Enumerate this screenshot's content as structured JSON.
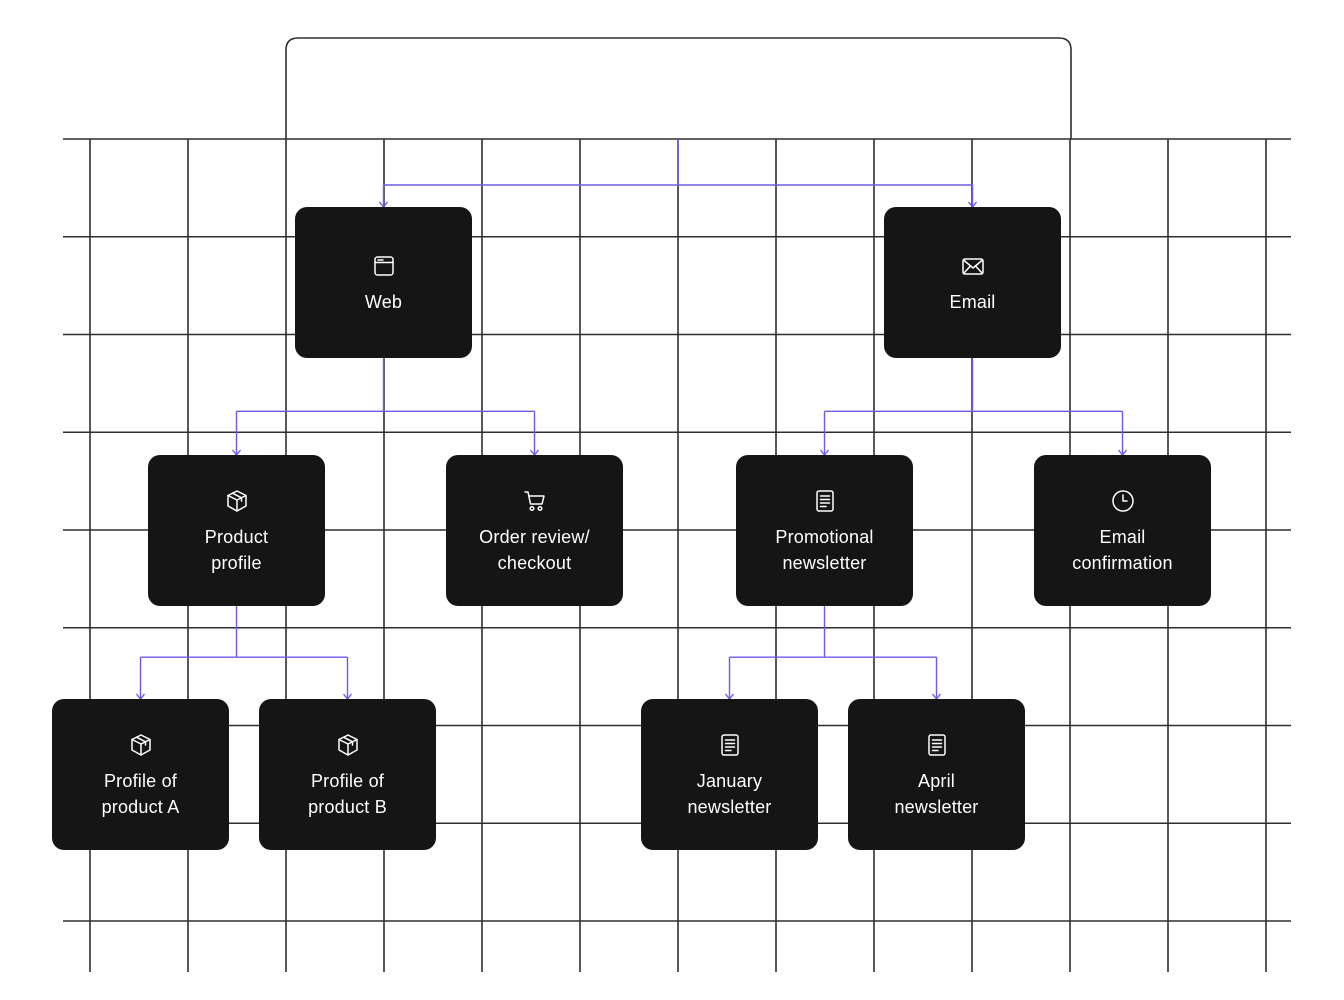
{
  "colors": {
    "grid": "#2e2e2e",
    "connector": "#6b5ce7",
    "node_bg": "#151515",
    "node_text": "#ffffff"
  },
  "nodes": [
    {
      "id": "web",
      "label": "Web",
      "icon": "browser-window-icon"
    },
    {
      "id": "email",
      "label": "Email",
      "icon": "envelope-icon"
    },
    {
      "id": "product-profile",
      "label": "Product\nprofile",
      "icon": "package-box-icon"
    },
    {
      "id": "order-review",
      "label": "Order review/\ncheckout",
      "icon": "shopping-cart-icon"
    },
    {
      "id": "promotional-newsletter",
      "label": "Promotional\nnewsletter",
      "icon": "document-icon"
    },
    {
      "id": "email-confirmation",
      "label": "Email\nconfirmation",
      "icon": "clock-icon"
    },
    {
      "id": "profile-product-a",
      "label": "Profile of\nproduct A",
      "icon": "package-box-icon"
    },
    {
      "id": "profile-product-b",
      "label": "Profile of\nproduct B",
      "icon": "package-box-icon"
    },
    {
      "id": "january-newsletter",
      "label": "January\nnewsletter",
      "icon": "document-icon"
    },
    {
      "id": "april-newsletter",
      "label": "April\nnewsletter",
      "icon": "document-icon"
    }
  ],
  "edges": [
    [
      "root",
      "web"
    ],
    [
      "root",
      "email"
    ],
    [
      "web",
      "product-profile"
    ],
    [
      "web",
      "order-review"
    ],
    [
      "email",
      "promotional-newsletter"
    ],
    [
      "email",
      "email-confirmation"
    ],
    [
      "product-profile",
      "profile-product-a"
    ],
    [
      "product-profile",
      "profile-product-b"
    ],
    [
      "promotional-newsletter",
      "january-newsletter"
    ],
    [
      "promotional-newsletter",
      "april-newsletter"
    ]
  ]
}
